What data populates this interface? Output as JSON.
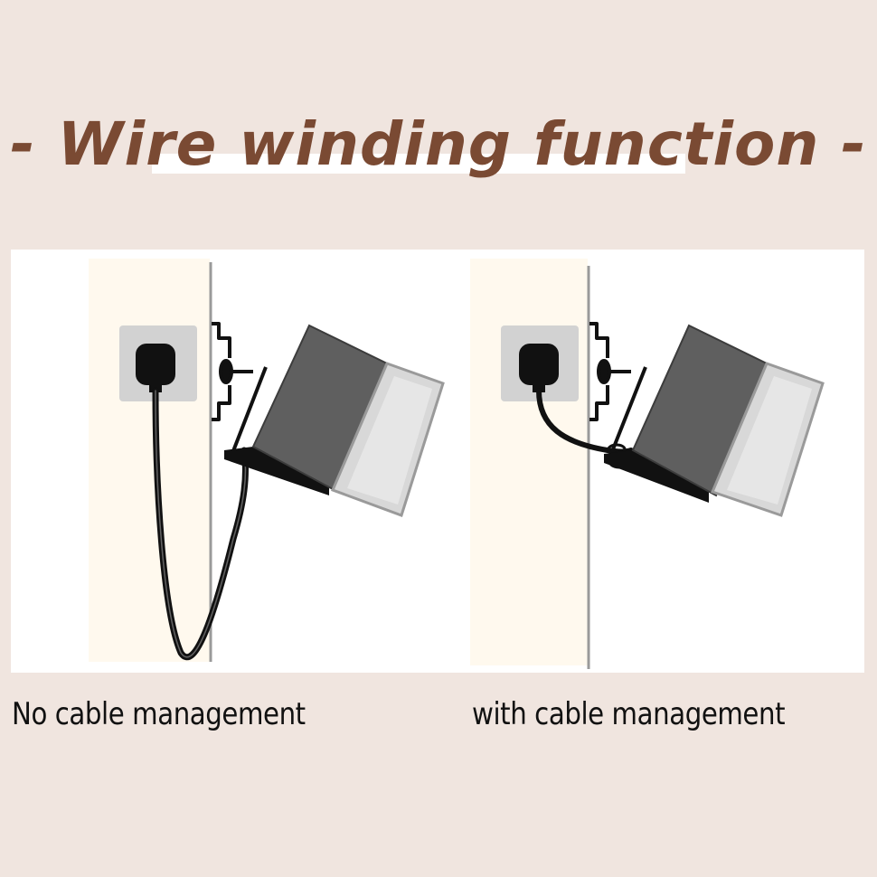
{
  "title": "- Wire winding function -",
  "captions": {
    "left": "No cable management",
    "right": "with cable management"
  },
  "colors": {
    "background": "#f0e5df",
    "title": "#7a4a33",
    "wall": "#fff9ee",
    "camera_body": "#5f5f5f",
    "camera_lens": "#cfcfcf",
    "cable": "#111111"
  },
  "icons": {
    "outlet": "wall-outlet-icon",
    "plug": "power-plug-icon",
    "mount": "wall-mount-bracket-icon",
    "camera": "security-camera-icon"
  }
}
